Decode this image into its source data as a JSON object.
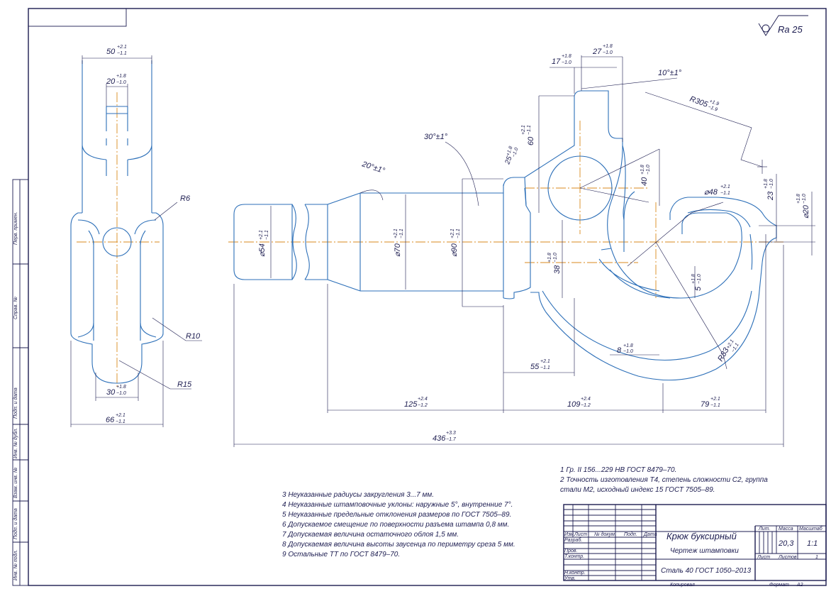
{
  "roughness": {
    "label": "Ra 25"
  },
  "side_view": {
    "dims": {
      "w50": "50",
      "w50_tol_up": "+2.1",
      "w50_tol_dn": "−1.1",
      "w20": "20",
      "w20_tol_up": "+1.8",
      "w20_tol_dn": "−1.0",
      "r6": "R6",
      "r10": "R10",
      "r15": "R15",
      "w30": "30",
      "w30_tol_up": "+1.8",
      "w30_tol_dn": "−1.0",
      "w66": "66",
      "w66_tol_up": "+2.1",
      "w66_tol_dn": "−1.1"
    }
  },
  "main_view": {
    "dims": {
      "d54": "⌀54",
      "d54_tol_up": "+2.1",
      "d54_tol_dn": "−1.1",
      "d70": "⌀70",
      "d70_tol_up": "+2.1",
      "d70_tol_dn": "−1.1",
      "d90": "⌀90",
      "d90_tol_up": "+2.1",
      "d90_tol_dn": "−1.1",
      "a20": "20°±1°",
      "a30": "30°±1°",
      "a10": "10°±1°",
      "l17": "17",
      "l17_tol_up": "+1.8",
      "l17_tol_dn": "−1.0",
      "l27": "27",
      "l27_tol_up": "+1.8",
      "l27_tol_dn": "−1.0",
      "l60": "60",
      "l60_tol_up": "+2.1",
      "l60_tol_dn": "−1.1",
      "l25": "25",
      "l25_tol_up": "+1.8",
      "l25_tol_dn": "−1.0",
      "r305": "R305",
      "r305_tol_up": "+1.9",
      "r305_tol_dn": "−1.9",
      "l40": "40",
      "l40_tol_up": "+1.8",
      "l40_tol_dn": "−1.0",
      "d48": "⌀48",
      "d48_tol_up": "+2.1",
      "d48_tol_dn": "−1.1",
      "l23": "23",
      "l23_tol_up": "+1.8",
      "l23_tol_dn": "−1.0",
      "d20": "⌀20",
      "d20_tol_up": "+1.8",
      "d20_tol_dn": "−1.0",
      "l38": "38",
      "l38_tol_up": "+1.8",
      "l38_tol_dn": "−1.0",
      "l5": "5",
      "l5_tol_up": "+1.8",
      "l5_tol_dn": "−1.0",
      "l8": "8",
      "l8_tol_up": "+1.8",
      "l8_tol_dn": "−1.0",
      "r83": "R83",
      "r83_tol_up": "+2.1",
      "r83_tol_dn": "−1.1",
      "l55": "55",
      "l55_tol_up": "+2.1",
      "l55_tol_dn": "−1.1",
      "l125": "125",
      "l125_tol_up": "+2.4",
      "l125_tol_dn": "−1.2",
      "l109": "109",
      "l109_tol_up": "+2.4",
      "l109_tol_dn": "−1.2",
      "l79": "79",
      "l79_tol_up": "+2.1",
      "l79_tol_dn": "−1.1",
      "l436": "436",
      "l436_tol_up": "+3.3",
      "l436_tol_dn": "−1.7"
    }
  },
  "notes_right": [
    "1 Гр. II 156...229 НВ ГОСТ 8479–70.",
    "2  Точность  изготовления  Т4,  степень  сложности  С2,     группа",
    "стали М2, исходный индекс 15 ГОСТ 7505–89."
  ],
  "notes_left": [
    "3 Неуказанные радиусы закругления 3...7 мм.",
    "4  Неуказанные  штамповочные  уклоны: наружные 5°, внутренние 7°.",
    "5 Неуказанные предельные отклонения размеров по ГОСТ 7505–89.",
    "6 Допускаемое смещение по поверхности разъема штампа 0,8 мм.",
    "7 Допускаемая величина остаточного облоя 1,5 мм.",
    "8 Допускаемая величина высоты заусенца по периметру среза 5 мм.",
    "9 Остальные ТТ по ГОСТ 8479–70."
  ],
  "title_block": {
    "title": "Крюк буксирный",
    "subtitle": "Чертеж штамповки",
    "material": "Сталь 40 ГОСТ 1050–2013",
    "hdr_lit": "Лит.",
    "hdr_mass": "Масса",
    "hdr_scale": "Масштаб",
    "mass": "20,3",
    "scale": "1:1",
    "sheet": "Лист",
    "sheets": "Листов",
    "sheets_count": "1",
    "col_izm": "Изм.",
    "col_list": "Лист",
    "col_doc": "№ докум.",
    "col_sign": "Подп.",
    "col_date": "Дата",
    "row_razrab": "Разраб.",
    "row_prov": "Пров.",
    "row_tkontr": "Т.контр.",
    "row_nkontr": "Н.контр.",
    "row_utv": "Утв.",
    "copied": "Копировал",
    "format": "Формат",
    "format_val": "А2"
  },
  "side_stamp": [
    "Перв. примен.",
    "Справ. №",
    "Подп. и дата",
    "Инв. № дубл.",
    "Взам. инв. №",
    "Подп. и дата",
    "Инв. № подл."
  ]
}
